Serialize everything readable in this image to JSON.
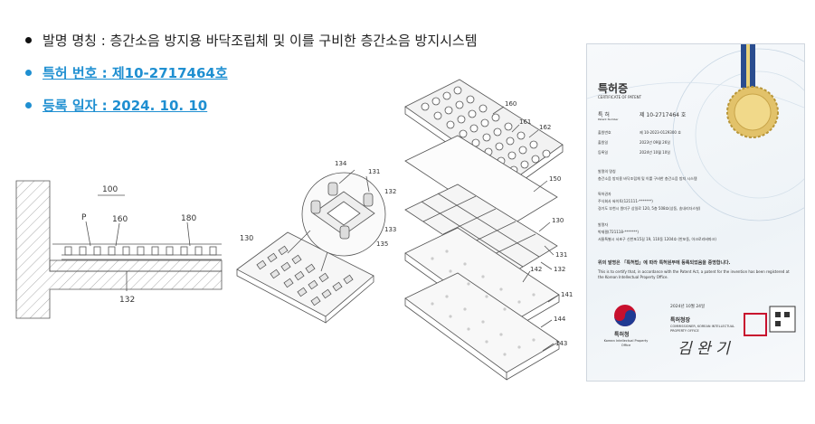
{
  "bullets": {
    "name": "발명 명칭 : 층간소음 방지용 바닥조립체 및 이를 구비한 층간소음 방지시스템",
    "patent_no": "특허 번호 : 제10-2717464호",
    "reg_date": "등록 일자 : 2024. 10. 10"
  },
  "drawing": {
    "labels": {
      "l100": "100",
      "lP": "P",
      "l160": "160",
      "l180": "180",
      "l132": "132",
      "l130a": "130",
      "l134": "134",
      "l131a": "131",
      "l132b": "132",
      "l133": "133",
      "l135": "135",
      "l160b": "160",
      "l161": "161",
      "l162": "162",
      "l150": "150",
      "l130b": "130",
      "l131b": "131",
      "l132c": "132",
      "l142": "142",
      "l141": "141",
      "l144": "144",
      "l143": "143"
    }
  },
  "certificate": {
    "title": "특허증",
    "subtitle": "CERTIFICATE OF PATENT",
    "patent_label": "특 허",
    "patent_label_en": "Patent Number",
    "patent_number": "제 10-2717464 호",
    "app_no_label": "출원번호",
    "app_no": "제 10-2023-0129300 호",
    "filing_label": "출원일",
    "filing_date": "2023년 09월 26일",
    "reg_label": "등록일",
    "reg_date": "2024년 10월 10일",
    "invention_label": "발명의 명칭",
    "invention": "층간소음 방지용 바닥조립체 및 이를 구비한 층간소음 방지 시스템",
    "owner_label": "특허권자",
    "owner": "주식회사 싸이토(121111-*******)",
    "owner_addr": "경기도 부천시 원미구 상일로 120, 5층 508호(상동, 송내리더스빌)",
    "inventor_label": "발명자",
    "inventor": "박재필(721118-*******)",
    "inventor_addr": "서울특별시 서초구 신반포15길 19, 110동 1204호 (반포동, 아크로리버파크)",
    "statement_ko": "위의 발명은 「특허법」에 따라 특허원부에 등록되었음을 증명합니다.",
    "statement_en": "This is to certify that, in accordance with the Patent Act, a patent for the invention has been registered at the Korean Intellectual Property Office.",
    "issue_date": "2024년 10월 24일",
    "office_ko": "특허청",
    "office_en": "Korean Intellectual Property Office",
    "commissioner_ko": "특허청장",
    "commissioner_en": "COMMISSIONER, KOREAN INTELLECTUAL PROPERTY OFFICE",
    "signature": "김 완 기"
  }
}
